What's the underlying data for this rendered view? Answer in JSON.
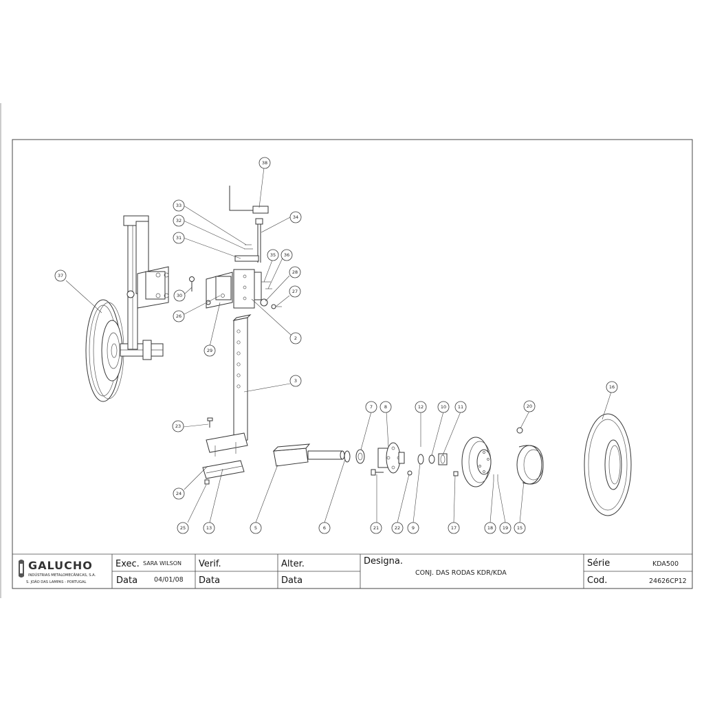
{
  "balloons": [
    "38",
    "33",
    "34",
    "32",
    "31",
    "35",
    "36",
    "37",
    "30",
    "28",
    "27",
    "26",
    "2",
    "29",
    "3",
    "23",
    "24",
    "25",
    "13",
    "5",
    "6",
    "7",
    "8",
    "12",
    "10",
    "11",
    "20",
    "16",
    "21",
    "22",
    "9",
    "17",
    "18",
    "19",
    "15"
  ],
  "title_block": {
    "company": {
      "name": "GALUCHO",
      "line1": "INDÚSTRIAS METALOMECÂNICAS, S.A.",
      "line2": "S. JOÃO DAS LAMPAS - PORTUGAL"
    },
    "exec_label": "Exec.",
    "exec_value": "SARA WILSON",
    "verif_label": "Verif.",
    "alter_label": "Alter.",
    "data_label": "Data",
    "data_value": "04/01/08",
    "designa_label": "Designa.",
    "designa_value": "CONJ. DAS RODAS KDR/KDA",
    "serie_label": "Série",
    "serie_value": "KDA500",
    "cod_label": "Cod.",
    "cod_value": "24626CP12"
  }
}
